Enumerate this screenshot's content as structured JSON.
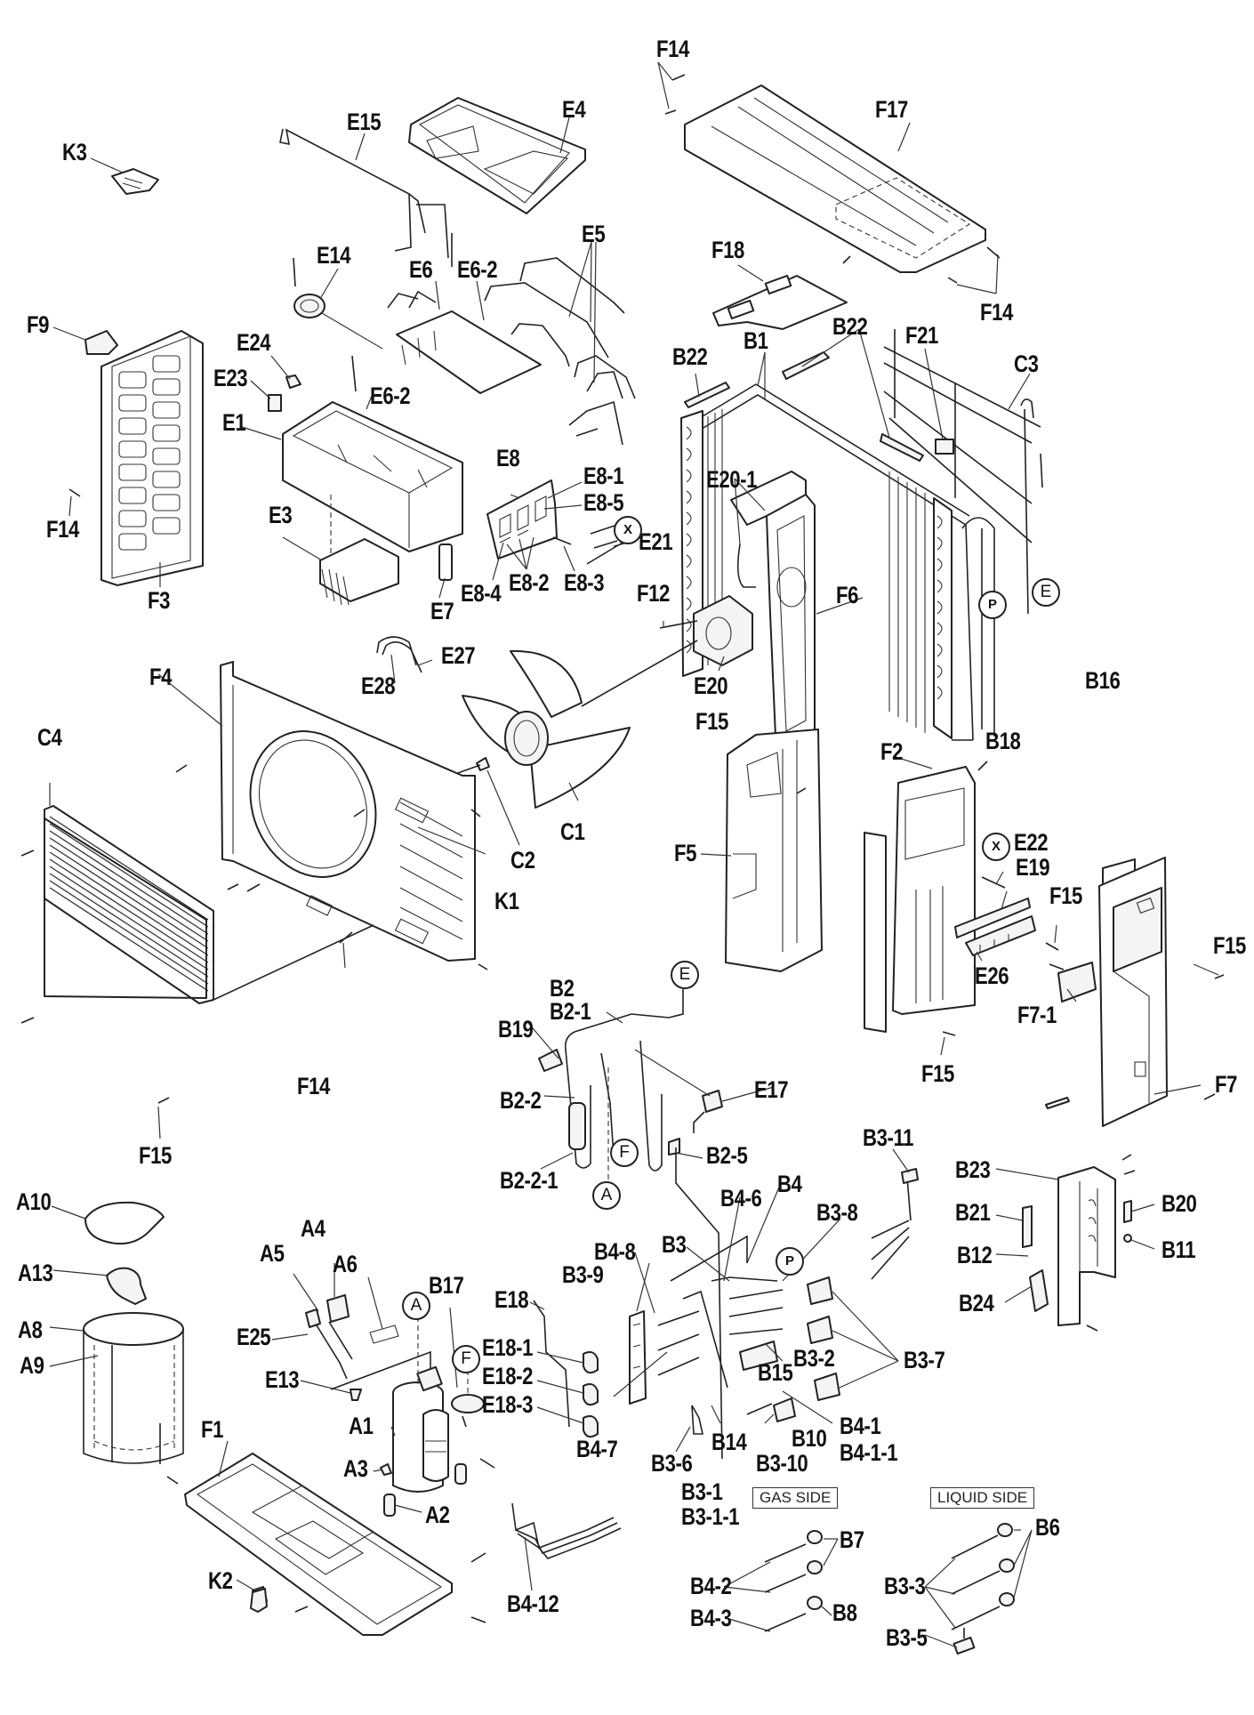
{
  "diagram": {
    "title": "Outdoor unit exploded parts view",
    "ink_color": "#222222",
    "background_color": "#ffffff"
  },
  "labels": {
    "F14_top": "F14",
    "F17": "F17",
    "E4": "E4",
    "E15": "E15",
    "K3": "K3",
    "E5": "E5",
    "F18": "F18",
    "F14_topright": "F14",
    "E14": "E14",
    "E6": "E6",
    "E6_2a": "E6-2",
    "F9": "F9",
    "E24": "E24",
    "E6_2b": "E6-2",
    "B22_left": "B22",
    "B1": "B1",
    "B22_right": "B22",
    "F21": "F21",
    "C3": "C3",
    "E23": "E23",
    "E1": "E1",
    "E8": "E8",
    "E8_1": "E8-1",
    "E8_5": "E8-5",
    "E20_1": "E20-1",
    "E21": "E21",
    "F14_left": "F14",
    "E3": "E3",
    "E8_4": "E8-4",
    "E8_2": "E8-2",
    "E8_3": "E8-3",
    "E7": "E7",
    "F12": "F12",
    "F6": "F6",
    "F3": "F3",
    "E27": "E27",
    "E28": "E28",
    "E20": "E20",
    "B16": "B16",
    "F4": "F4",
    "F15_mid": "F15",
    "B18": "B18",
    "C4": "C4",
    "F2": "F2",
    "C1": "C1",
    "C2": "C2",
    "F5": "F5",
    "E22": "E22",
    "E19": "E19",
    "K1": "K1",
    "F15_right": "F15",
    "F15_farright": "F15",
    "E26": "E26",
    "F7_1": "F7-1",
    "B2": "B2",
    "B2_1": "B2-1",
    "B19": "B19",
    "F14_bottom": "F14",
    "F15_bottomright": "F15",
    "F7": "F7",
    "E17": "E17",
    "B2_2": "B2-2",
    "F15_left": "F15",
    "B2_5": "B2-5",
    "B2_2_1": "B2-2-1",
    "B3_11": "B3-11",
    "A10": "A10",
    "B23": "B23",
    "B4_6": "B4-6",
    "B4": "B4",
    "B3_8": "B3-8",
    "B21": "B21",
    "B20": "B20",
    "A4": "A4",
    "B3": "B3",
    "A13": "A13",
    "A5": "A5",
    "A6": "A6",
    "B17": "B17",
    "E18": "E18",
    "B4_8": "B4-8",
    "B3_9": "B3-9",
    "B12": "B12",
    "B11": "B11",
    "B24": "B24",
    "A8": "A8",
    "A9": "A9",
    "E25": "E25",
    "E13": "E13",
    "E18_1": "E18-1",
    "E18_2": "E18-2",
    "E18_3": "E18-3",
    "B15": "B15",
    "B3_2": "B3-2",
    "B3_7": "B3-7",
    "A1": "A1",
    "B4_7": "B4-7",
    "B3_6": "B3-6",
    "B14": "B14",
    "B10": "B10",
    "B4_1": "B4-1",
    "B4_1_1": "B4-1-1",
    "B3_10": "B3-10",
    "F1": "F1",
    "A3": "A3",
    "A2": "A2",
    "B3_1": "B3-1",
    "B3_1_1": "B3-1-1",
    "B7": "B7",
    "B6": "B6",
    "B4_2": "B4-2",
    "B3_3": "B3-3",
    "K2": "K2",
    "B4_12": "B4-12",
    "B4_3": "B4-3",
    "B8": "B8",
    "B3_5": "B3-5"
  },
  "connectors": {
    "X_upper": "X",
    "E_right": "E",
    "P_right": "P",
    "X_lower": "X",
    "E_mid": "E",
    "F_mid": "F",
    "A_mid": "A",
    "P_lower": "P",
    "A_lower": "A",
    "F_lower": "F"
  },
  "side_captions": {
    "gas_side": "GAS SIDE",
    "liquid_side": "LIQUID SIDE"
  }
}
